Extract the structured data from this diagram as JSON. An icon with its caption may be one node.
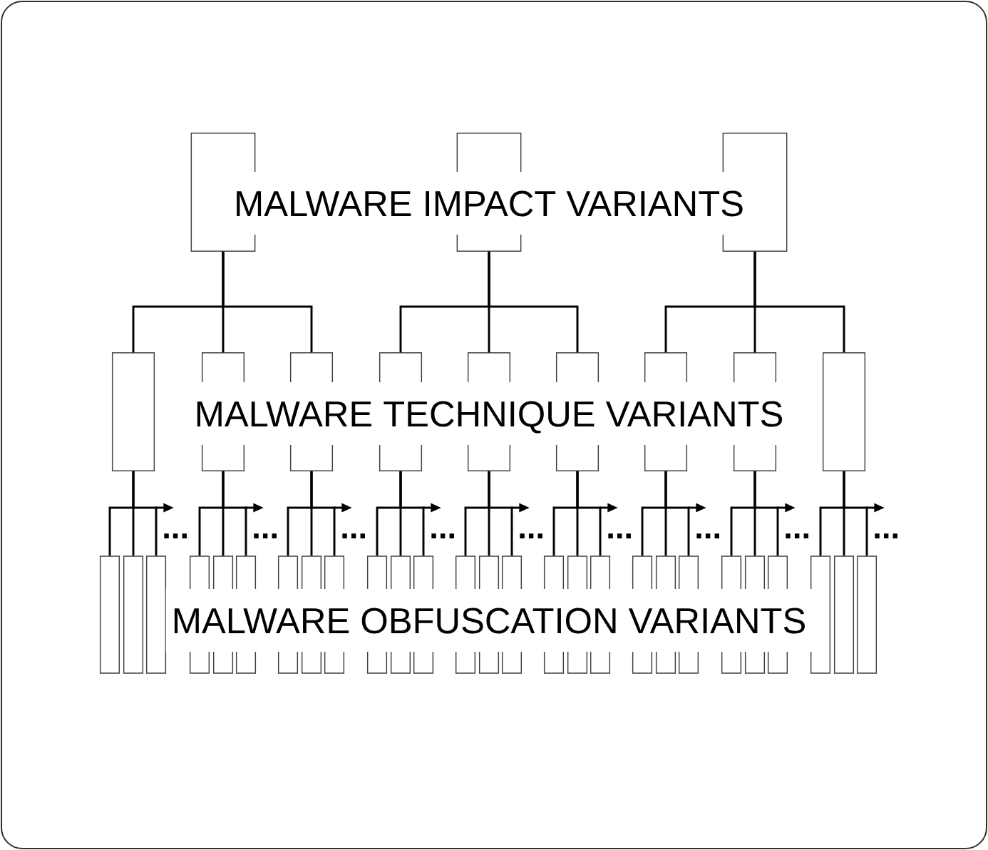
{
  "diagram": {
    "nodes": [
      {
        "text": [],
        "shape": "box"
      },
      {
        "text": [],
        "shape": "box"
      },
      {
        "text": [],
        "shape": "box"
      },
      {
        "text": [],
        "shape": "box"
      },
      {
        "text": [],
        "shape": "box"
      },
      {
        "text": [],
        "shape": "box"
      },
      {
        "text": [],
        "shape": "box"
      },
      {
        "text": [],
        "shape": "box"
      },
      {
        "text": [],
        "shape": "box"
      },
      {
        "text": [],
        "shape": "box"
      },
      {
        "text": [],
        "shape": "box"
      },
      {
        "text": [],
        "shape": "box"
      },
      {
        "text": [],
        "shape": "box"
      },
      {
        "text": [],
        "shape": "box"
      },
      {
        "text": [],
        "shape": "box"
      },
      {
        "text": [],
        "shape": "box"
      },
      {
        "text": [],
        "shape": "box"
      },
      {
        "text": [],
        "shape": "box"
      },
      {
        "text": [],
        "shape": "box"
      },
      {
        "text": [],
        "shape": "box"
      },
      {
        "text": [],
        "shape": "box"
      },
      {
        "text": [],
        "shape": "box"
      },
      {
        "text": [],
        "shape": "box"
      },
      {
        "text": [],
        "shape": "box"
      },
      {
        "text": [],
        "shape": "box"
      },
      {
        "text": [],
        "shape": "box"
      },
      {
        "text": [],
        "shape": "box"
      },
      {
        "text": [],
        "shape": "box"
      },
      {
        "text": [],
        "shape": "box"
      },
      {
        "text": [],
        "shape": "box"
      },
      {
        "text": [],
        "shape": "box"
      },
      {
        "text": [],
        "shape": "box"
      },
      {
        "text": [],
        "shape": "box"
      },
      {
        "text": [],
        "shape": "box"
      },
      {
        "text": [],
        "shape": "box"
      },
      {
        "text": [],
        "shape": "box"
      },
      {
        "text": [],
        "shape": "box"
      },
      {
        "text": [],
        "shape": "box"
      },
      {
        "text": [],
        "shape": "box"
      }
    ],
    "edges": [
      {
        "from": 0,
        "to": 3,
        "arrow": "none"
      },
      {
        "from": 0,
        "to": 4,
        "arrow": "none"
      },
      {
        "from": 0,
        "to": 5,
        "arrow": "none"
      },
      {
        "from": 1,
        "to": 6,
        "arrow": "none"
      },
      {
        "from": 1,
        "to": 7,
        "arrow": "none"
      },
      {
        "from": 1,
        "to": 8,
        "arrow": "none"
      },
      {
        "from": 2,
        "to": 9,
        "arrow": "none"
      },
      {
        "from": 2,
        "to": 10,
        "arrow": "none"
      },
      {
        "from": 2,
        "to": 11,
        "arrow": "none"
      },
      {
        "from": 3,
        "to": 12,
        "arrow": "none"
      },
      {
        "from": 3,
        "to": 13,
        "arrow": "none"
      },
      {
        "from": 3,
        "to": 14,
        "arrow": "none"
      },
      {
        "from": 4,
        "to": 15,
        "arrow": "none"
      },
      {
        "from": 4,
        "to": 16,
        "arrow": "none"
      },
      {
        "from": 4,
        "to": 17,
        "arrow": "none"
      },
      {
        "from": 5,
        "to": 18,
        "arrow": "none"
      },
      {
        "from": 5,
        "to": 19,
        "arrow": "none"
      },
      {
        "from": 5,
        "to": 20,
        "arrow": "none"
      },
      {
        "from": 6,
        "to": 21,
        "arrow": "none"
      },
      {
        "from": 6,
        "to": 22,
        "arrow": "none"
      },
      {
        "from": 6,
        "to": 23,
        "arrow": "none"
      },
      {
        "from": 7,
        "to": 24,
        "arrow": "none"
      },
      {
        "from": 7,
        "to": 25,
        "arrow": "none"
      },
      {
        "from": 7,
        "to": 26,
        "arrow": "none"
      },
      {
        "from": 8,
        "to": 27,
        "arrow": "none"
      },
      {
        "from": 8,
        "to": 28,
        "arrow": "none"
      },
      {
        "from": 8,
        "to": 29,
        "arrow": "none"
      },
      {
        "from": 9,
        "to": 30,
        "arrow": "none"
      },
      {
        "from": 9,
        "to": 31,
        "arrow": "none"
      },
      {
        "from": 9,
        "to": 32,
        "arrow": "none"
      },
      {
        "from": 10,
        "to": 33,
        "arrow": "none"
      },
      {
        "from": 10,
        "to": 34,
        "arrow": "none"
      },
      {
        "from": 10,
        "to": 35,
        "arrow": "none"
      },
      {
        "from": 11,
        "to": 36,
        "arrow": "none"
      },
      {
        "from": 11,
        "to": 37,
        "arrow": "none"
      },
      {
        "from": 11,
        "to": 38,
        "arrow": "none"
      }
    ],
    "labels": [
      "MALWARE IMPACT VARIANTS",
      "MALWARE TECHNIQUE VARIANTS",
      "...",
      "...",
      "...",
      "...",
      "...",
      "...",
      "...",
      "...",
      "...",
      "MALWARE OBFUSCATION VARIANTS"
    ]
  }
}
